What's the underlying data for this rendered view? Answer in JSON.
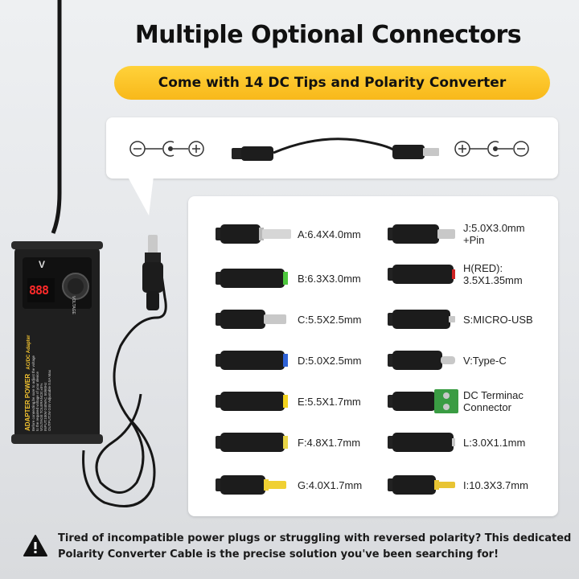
{
  "header": {
    "title": "Multiple Optional Connectors",
    "subtitle": "Come with 14 DC Tips and Polarity Converter"
  },
  "tips_left": [
    {
      "label": "A:6.4X4.0mm",
      "ring": "#b9b9b9"
    },
    {
      "label": "B:6.3X3.0mm",
      "ring": "#4cc63c"
    },
    {
      "label": "C:5.5X2.5mm",
      "ring": "#c8c8c8"
    },
    {
      "label": "D:5.0X2.5mm",
      "ring": "#2f63d8"
    },
    {
      "label": "E:5.5X1.7mm",
      "ring": "#f2d21e"
    },
    {
      "label": "F:4.8X1.7mm",
      "ring": "#e8d447"
    },
    {
      "label": "G:4.0X1.7mm",
      "ring": "#f0d033"
    }
  ],
  "tips_right": [
    {
      "label": "J:5.0X3.0mm",
      "label2": "+Pin",
      "ring": "#c8c8c8"
    },
    {
      "label": "H(RED):",
      "label2": "3.5X1.35mm",
      "ring": "#d02424"
    },
    {
      "label": "S:MICRO-USB",
      "label2": "",
      "ring": "#c8c8c8"
    },
    {
      "label": "V:Type-C",
      "label2": "",
      "ring": "#c8c8c8"
    },
    {
      "label": "DC Terminac",
      "label2": "Connector",
      "ring": "#3a9c43"
    },
    {
      "label": "L:3.0X1.1mm",
      "label2": "",
      "ring": "#c8c8c8"
    },
    {
      "label": "I:10.3X3.7mm",
      "label2": "",
      "ring": "#e8c433"
    }
  ],
  "adapter": {
    "display": "888",
    "unit": "V",
    "brand": "ADAPTER POWER",
    "type": "AC/DC Adapter",
    "knob_label": "VOLTAGE",
    "specs": [
      "Before connecting,be sure to adjust the voltage",
      "to the required voltage of your device",
      "VOLTAGE TOLERANCE:±5%",
      "INPUT:100V-240VAC 50/60Hz",
      "OUTPUT:3V-24V Adjustable 0.5A Max"
    ]
  },
  "footer": {
    "line1": "Tired of incompatible power plugs or struggling with reversed polarity? This dedicated",
    "line2": "Polarity Converter Cable is the precise solution you've been searching for!"
  },
  "colors": {
    "accent": "#f8c12a",
    "dark": "#1d1d1d"
  }
}
